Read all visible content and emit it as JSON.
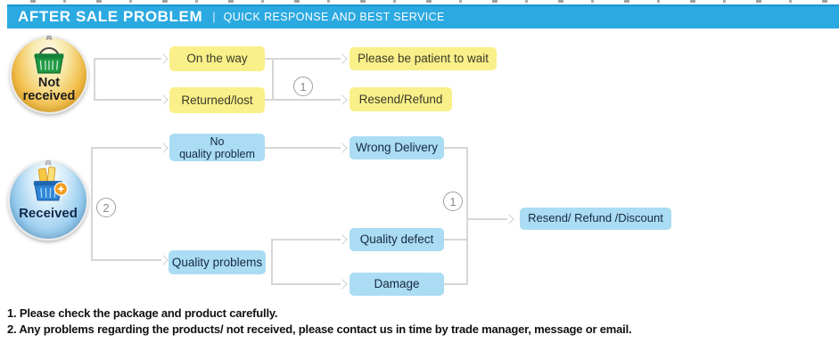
{
  "banner": {
    "title": "AFTER SALE PROBLEM",
    "divider": "|",
    "subtitle": "QUICK RESPONSE AND BEST SERVICE"
  },
  "badges": {
    "not_received": {
      "label": "Not received",
      "icon": "green-shopping-basket-icon"
    },
    "received": {
      "label": "Received",
      "icon": "blue-shopping-basket-icon"
    }
  },
  "boxes": {
    "on_the_way": "On the way",
    "returned_lost": "Returned/lost",
    "be_patient": "Please be patient to wait",
    "resend_refund": "Resend/Refund",
    "no_quality_problem": {
      "line1": "No",
      "line2": "quality problem"
    },
    "wrong_delivery": "Wrong Delivery",
    "quality_problems": "Quality problems",
    "quality_defect": "Quality defect",
    "damage": "Damage",
    "resend_refund_discount": "Resend/ Refund /Discount"
  },
  "connector_labels": {
    "not_received_branch": "1",
    "received_branch": "2",
    "outcome_branch": "1"
  },
  "notes": [
    "1. Please check the package and product carefully.",
    "2. Any problems regarding the products/ not received, please contact us in time by trade manager, message or email."
  ],
  "colors": {
    "banner_bg": "#2BA9E1",
    "banner_text": "#FFFFFF",
    "yellow_box": "#F9F08A",
    "blue_box": "#AADCF3",
    "connector_line": "#D6D6D6",
    "label_circle": "#9A9A9A",
    "note_text": "#111111"
  }
}
